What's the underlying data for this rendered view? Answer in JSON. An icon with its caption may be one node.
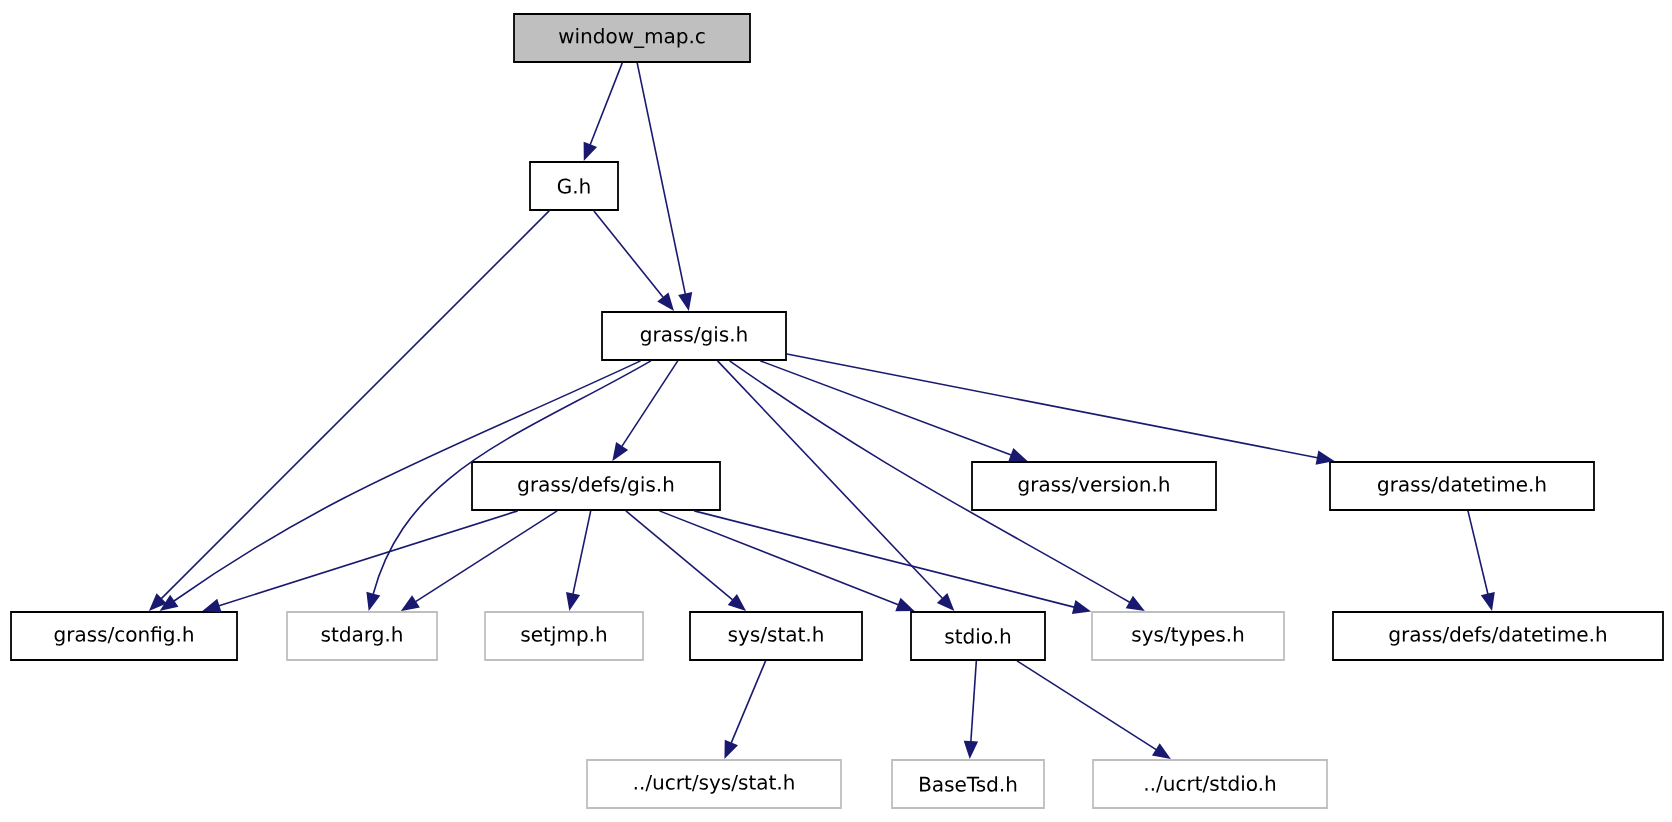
{
  "diagram": {
    "nodes": [
      {
        "text": [
          "window_map.c"
        ]
      },
      {
        "text": [
          "G.h"
        ]
      },
      {
        "text": [
          "grass/gis.h"
        ]
      },
      {
        "text": [
          "grass/defs/gis.h"
        ]
      },
      {
        "text": [
          "grass/version.h"
        ]
      },
      {
        "text": [
          "grass/datetime.h"
        ]
      },
      {
        "text": [
          "grass/config.h"
        ]
      },
      {
        "text": [
          "stdarg.h"
        ]
      },
      {
        "text": [
          "setjmp.h"
        ]
      },
      {
        "text": [
          "sys/stat.h"
        ]
      },
      {
        "text": [
          "stdio.h"
        ]
      },
      {
        "text": [
          "sys/types.h"
        ]
      },
      {
        "text": [
          "grass/defs/datetime.h"
        ]
      },
      {
        "text": [
          "../ucrt/sys/stat.h"
        ]
      },
      {
        "text": [
          "BaseTsd.h"
        ]
      },
      {
        "text": [
          "../ucrt/stdio.h"
        ]
      }
    ],
    "edges": [
      {
        "from": 0,
        "to": 1,
        "arrow": "to"
      },
      {
        "from": 0,
        "to": 2,
        "arrow": "to"
      },
      {
        "from": 1,
        "to": 6,
        "arrow": "to"
      },
      {
        "from": 1,
        "to": 2,
        "arrow": "to"
      },
      {
        "from": 2,
        "to": 6,
        "arrow": "to"
      },
      {
        "from": 2,
        "to": 7,
        "arrow": "to"
      },
      {
        "from": 2,
        "to": 3,
        "arrow": "to"
      },
      {
        "from": 2,
        "to": 10,
        "arrow": "to"
      },
      {
        "from": 2,
        "to": 11,
        "arrow": "to"
      },
      {
        "from": 2,
        "to": 4,
        "arrow": "to"
      },
      {
        "from": 2,
        "to": 5,
        "arrow": "to"
      },
      {
        "from": 3,
        "to": 6,
        "arrow": "to"
      },
      {
        "from": 3,
        "to": 7,
        "arrow": "to"
      },
      {
        "from": 3,
        "to": 8,
        "arrow": "to"
      },
      {
        "from": 3,
        "to": 9,
        "arrow": "to"
      },
      {
        "from": 3,
        "to": 10,
        "arrow": "to"
      },
      {
        "from": 3,
        "to": 11,
        "arrow": "to"
      },
      {
        "from": 5,
        "to": 12,
        "arrow": "to"
      },
      {
        "from": 9,
        "to": 13,
        "arrow": "to"
      },
      {
        "from": 10,
        "to": 14,
        "arrow": "to"
      },
      {
        "from": 10,
        "to": 15,
        "arrow": "to"
      }
    ]
  }
}
